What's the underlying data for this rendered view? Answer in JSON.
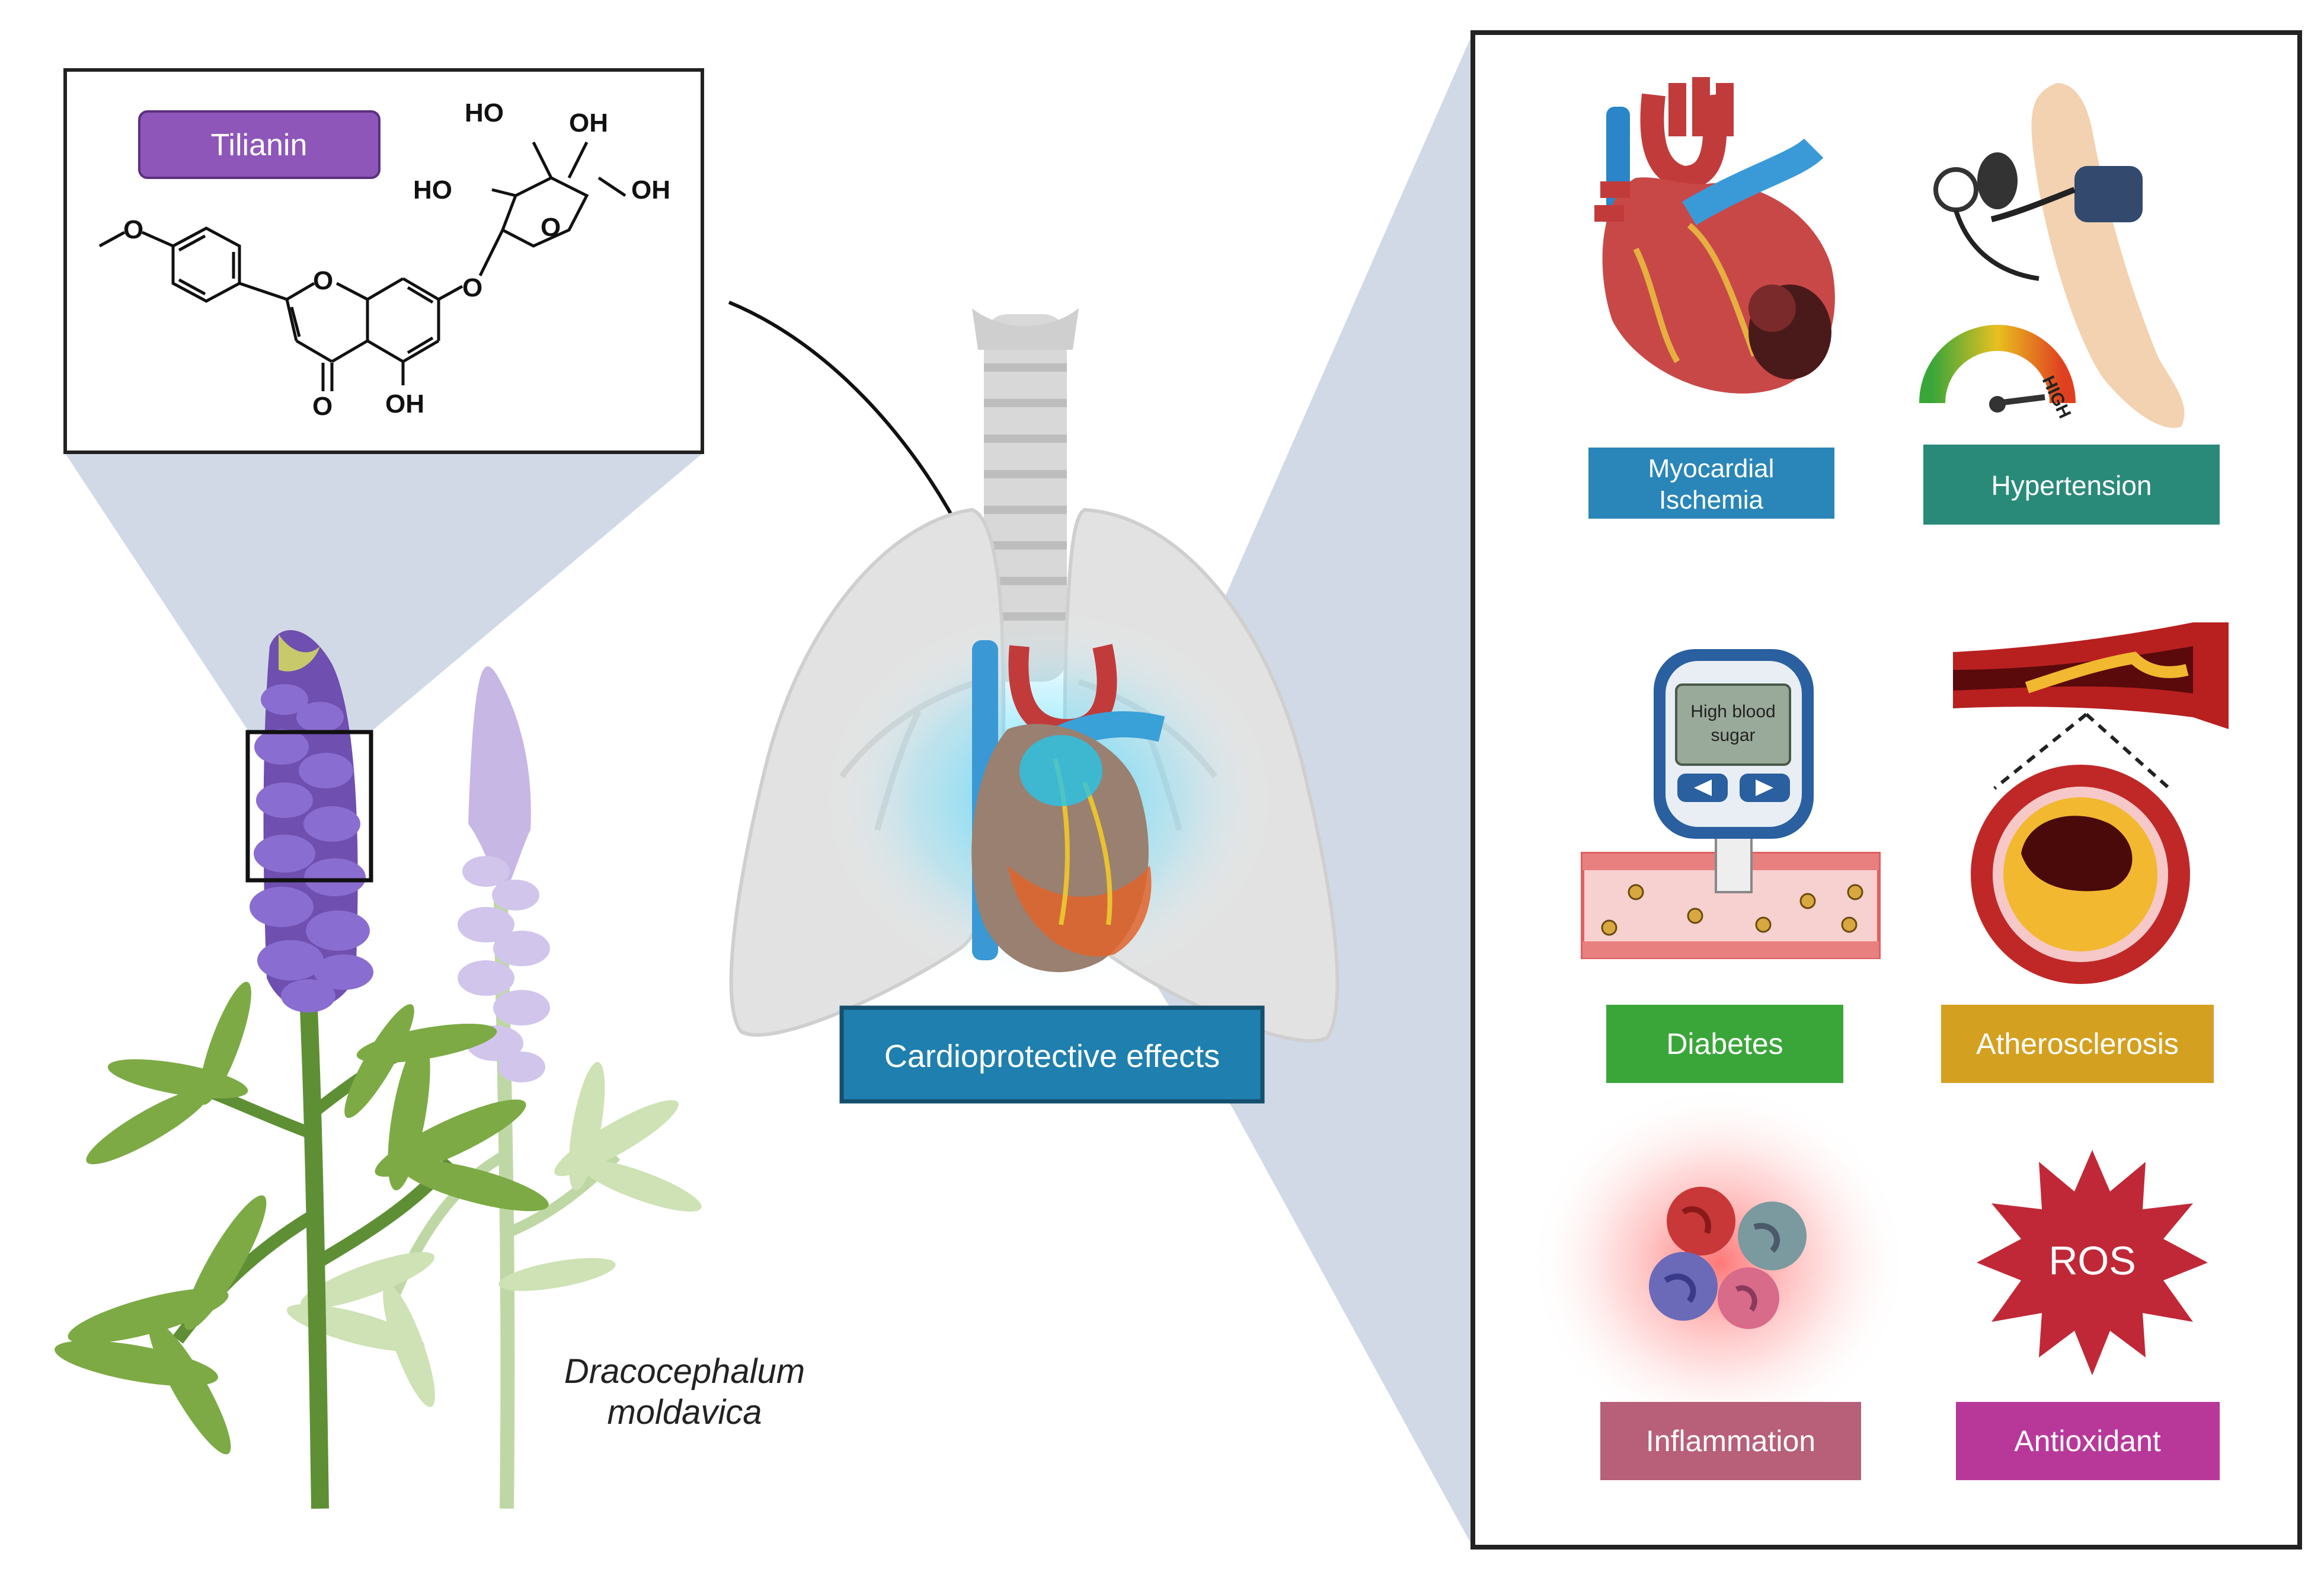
{
  "compound": {
    "name": "Tilianin",
    "atoms": {
      "ho_top": "HO",
      "oh_top": "OH",
      "ho_left": "HO",
      "oh_right": "OH",
      "o_ring": "O",
      "o_methoxy": "O",
      "o_pyran": "O",
      "o_link": "O",
      "o_keto": "O",
      "oh_bottom": "OH"
    }
  },
  "plant": {
    "name_line1": "Dracocephalum",
    "name_line2": "moldavica"
  },
  "center": {
    "label": "Cardioprotective effects"
  },
  "effects": [
    {
      "id": "myocardial",
      "label_line1": "Myocardial",
      "label_line2": "Ischemia",
      "color": "#2a86b8"
    },
    {
      "id": "hypertension",
      "label_line1": "Hypertension",
      "color": "#2a8a7a"
    },
    {
      "id": "diabetes",
      "label_line1": "Diabetes",
      "color": "#3aa63a"
    },
    {
      "id": "atherosclerosis",
      "label_line1": "Atherosclerosis",
      "color": "#d4a020"
    },
    {
      "id": "inflammation",
      "label_line1": "Inflammation",
      "color": "#b85f7a"
    },
    {
      "id": "antioxidant",
      "label_line1": "Antioxidant",
      "color": "#b8389a"
    }
  ],
  "icon_text": {
    "meter": "High blood",
    "meter2": "sugar",
    "gauge": "HIGH",
    "ros": "ROS"
  },
  "colors": {
    "tilianin_badge": "#8e56b9",
    "center_badge": "#1f7fae",
    "wedge": "#d2d9e6"
  }
}
